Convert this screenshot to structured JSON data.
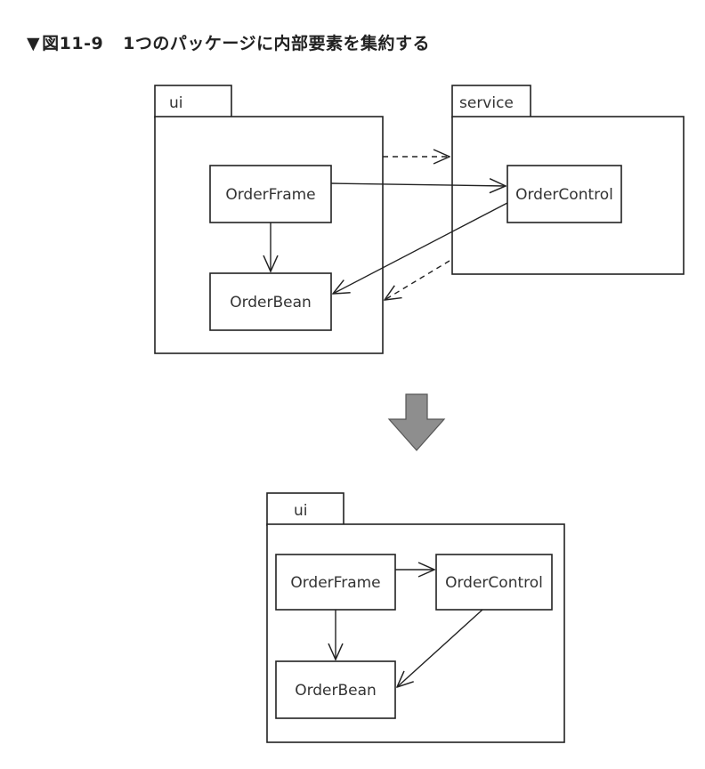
{
  "caption": {
    "marker": "▼",
    "figure_number": "図11-9",
    "title": "1つのパッケージに内部要素を集約する"
  },
  "before": {
    "package_ui": {
      "name": "ui"
    },
    "package_service": {
      "name": "service"
    },
    "classes": {
      "order_frame": "OrderFrame",
      "order_bean": "OrderBean",
      "order_control": "OrderControl"
    }
  },
  "after": {
    "package_ui": {
      "name": "ui"
    },
    "classes": {
      "order_frame": "OrderFrame",
      "order_bean": "OrderBean",
      "order_control": "OrderControl"
    }
  }
}
